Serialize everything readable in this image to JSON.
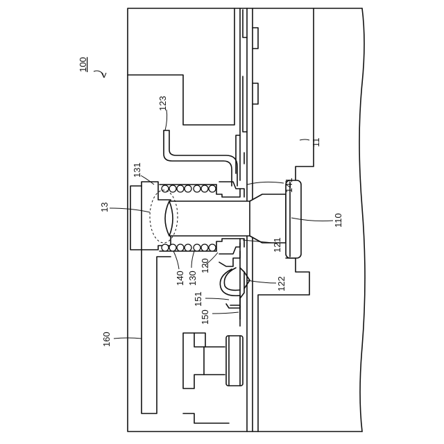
{
  "labels": {
    "assembly": "100",
    "housing": "11",
    "detail": "13",
    "shaft": "110",
    "part_120": "120",
    "part_121": "121",
    "part_122": "122",
    "part_123": "123",
    "spring": "130",
    "part_131": "131",
    "part_140": "140",
    "part_141": "141",
    "part_150": "150",
    "part_151": "151",
    "part_160": "160"
  }
}
